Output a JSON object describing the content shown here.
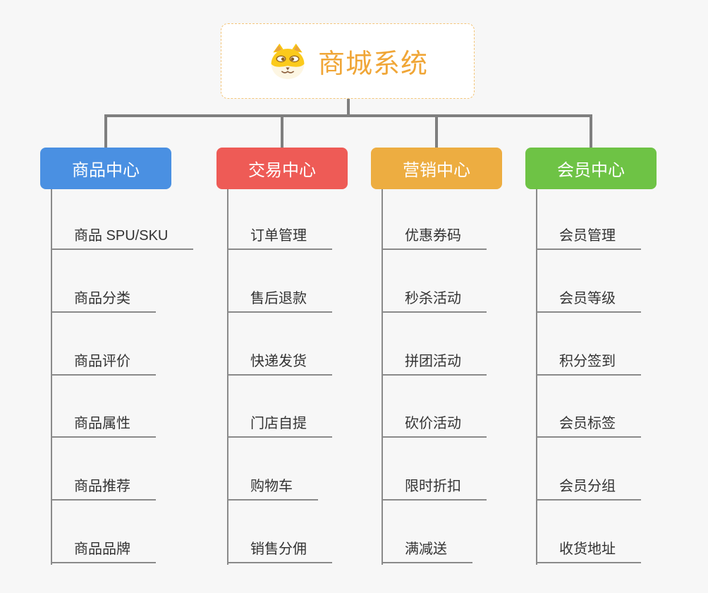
{
  "page": {
    "background_color": "#f7f7f7",
    "connector_color": "#7f7f7f",
    "leaf_line_color": "#8a8a8a",
    "leaf_text_color": "#333333"
  },
  "root": {
    "title": "商城系统",
    "icon": "doge-icon",
    "accent_color": "#f0a637",
    "border_color": "#f3c57a"
  },
  "branches": [
    {
      "label": "商品中心",
      "color": "#4a90e2",
      "items": [
        "商品 SPU/SKU",
        "商品分类",
        "商品评价",
        "商品属性",
        "商品推荐",
        "商品品牌"
      ]
    },
    {
      "label": "交易中心",
      "color": "#ee5b56",
      "items": [
        "订单管理",
        "售后退款",
        "快递发货",
        "门店自提",
        "购物车",
        "销售分佣"
      ]
    },
    {
      "label": "营销中心",
      "color": "#edad41",
      "items": [
        "优惠券码",
        "秒杀活动",
        "拼团活动",
        "砍价活动",
        "限时折扣",
        "满减送"
      ]
    },
    {
      "label": "会员中心",
      "color": "#6ec345",
      "items": [
        "会员管理",
        "会员等级",
        "积分签到",
        "会员标签",
        "会员分组",
        "收货地址"
      ]
    }
  ]
}
